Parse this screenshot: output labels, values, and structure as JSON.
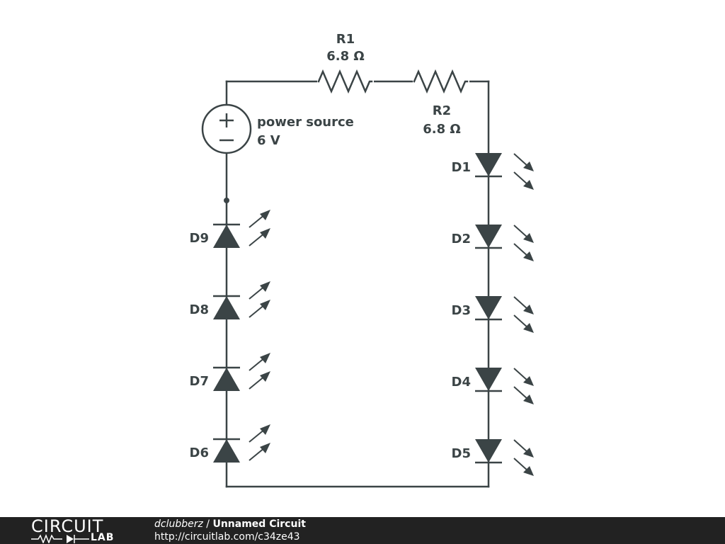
{
  "circuit": {
    "source": {
      "name": "power source",
      "value": "6 V"
    },
    "resistors": [
      {
        "ref": "R1",
        "value": "6.8 Ω"
      },
      {
        "ref": "R2",
        "value": "6.8 Ω"
      }
    ],
    "leds_right": [
      "D1",
      "D2",
      "D3",
      "D4",
      "D5"
    ],
    "leds_left": [
      "D9",
      "D8",
      "D7",
      "D6"
    ]
  },
  "footer": {
    "logo_top": "CIRCUIT",
    "logo_bottom": "LAB",
    "author": "dclubberz",
    "separator": " / ",
    "circuit_name": "Unnamed Circuit",
    "url": "http://circuitlab.com/c34ze43"
  },
  "colors": {
    "ink": "#3b4446",
    "footer_bg": "#222222",
    "footer_text": "#ffffff"
  }
}
